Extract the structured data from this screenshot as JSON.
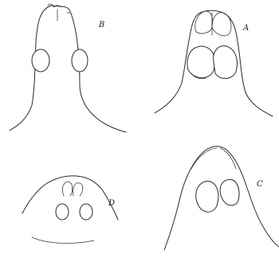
{
  "figures": [
    {
      "letter": "B"
    },
    {
      "letter": "A"
    },
    {
      "letter": "D"
    },
    {
      "letter": "C"
    }
  ]
}
